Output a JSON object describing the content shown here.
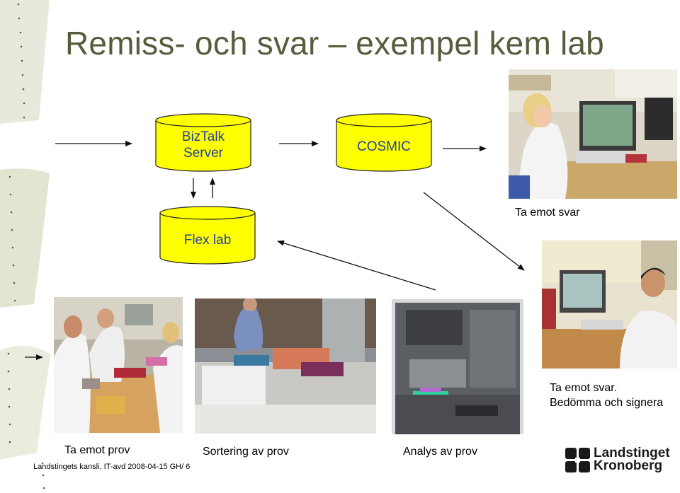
{
  "title": "Remiss- och svar – exempel kem lab",
  "systems": {
    "biztalk": "BizTalk\nServer",
    "cosmic": "COSMIC",
    "flexlab": "Flex lab"
  },
  "captions": {
    "ta_emot_svar_top": "Ta emot svar",
    "ta_emot_svar_line1": "Ta emot svar.",
    "ta_emot_svar_line2": "Bedömma och signera",
    "ta_emot_prov": "Ta emot prov",
    "sortering": "Sortering av prov",
    "analys": "Analys av prov"
  },
  "footer": "Landstingets kansli, IT-avd 2008-04-15 GH/ 6",
  "logo": {
    "line1": "Landstinget",
    "line2": "Kronoberg"
  },
  "colors": {
    "cylinder_fill": "#ffff00",
    "system_text": "#1f3fa0",
    "title": "#5a5a3c",
    "shape_bg": "#e6e6d8"
  }
}
